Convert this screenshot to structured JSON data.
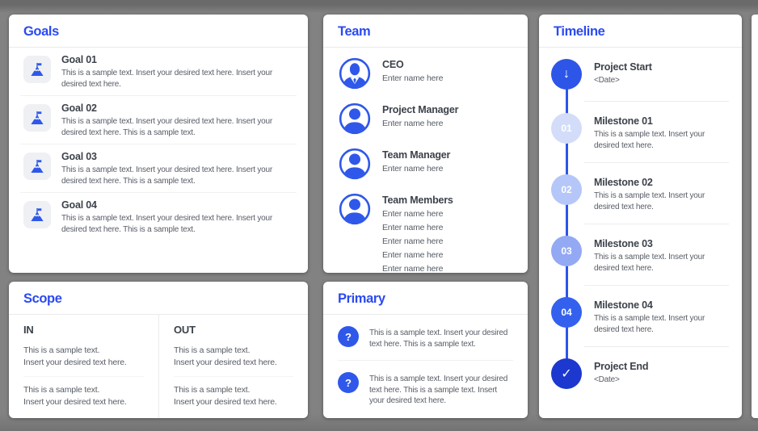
{
  "colors": {
    "accent": "#2b4af1",
    "icon_blue": "#2f58ea",
    "page_bg": "#7d7d7d",
    "goal_tile_bg": "#eef0f4"
  },
  "goals": {
    "title": "Goals",
    "items": [
      {
        "title": "Goal 01",
        "text": "This is a sample text. Insert your desired text here. Insert your desired text here."
      },
      {
        "title": "Goal 02",
        "text": "This is a sample text. Insert your desired text here. Insert your desired text here. This is a sample text."
      },
      {
        "title": "Goal 03",
        "text": "This is a sample text. Insert your desired text here. Insert your desired text here. This is a sample text."
      },
      {
        "title": "Goal 04",
        "text": "This is a sample text. Insert your desired text here. Insert your desired text here. This is a sample text."
      }
    ]
  },
  "team": {
    "title": "Team",
    "members": [
      {
        "role": "CEO",
        "icon": "ceo-avatar-icon",
        "names": [
          "Enter name here"
        ]
      },
      {
        "role": "Project Manager",
        "icon": "person-avatar-icon",
        "names": [
          "Enter name here"
        ]
      },
      {
        "role": "Team Manager",
        "icon": "person-avatar-icon",
        "names": [
          "Enter name here"
        ]
      },
      {
        "role": "Team Members",
        "icon": "person-avatar-icon",
        "names": [
          "Enter name here",
          "Enter name here",
          "Enter name here",
          "Enter name here",
          "Enter name here"
        ]
      }
    ]
  },
  "timeline": {
    "title": "Timeline",
    "entries": [
      {
        "label": "Project Start",
        "text": "<Date>",
        "badge": "↓",
        "color": "#2d55e8"
      },
      {
        "label": "Milestone 01",
        "text": "This is a sample text. Insert your desired text here.",
        "badge": "01",
        "color": "#d3ddfa"
      },
      {
        "label": "Milestone 02",
        "text": "This is a sample text. Insert your desired text here.",
        "badge": "02",
        "color": "#b5c6f8"
      },
      {
        "label": "Milestone 03",
        "text": "This is a sample text. Insert your desired text here.",
        "badge": "03",
        "color": "#93a9f4"
      },
      {
        "label": "Milestone 04",
        "text": "This is a sample text. Insert your desired text here.",
        "badge": "04",
        "color": "#3361ee"
      },
      {
        "label": "Project End",
        "text": "<Date>",
        "badge": "✓",
        "color": "#1c38cf"
      }
    ]
  },
  "scope": {
    "title": "Scope",
    "columns": [
      {
        "heading": "IN",
        "blocks": [
          {
            "l1": "This is a sample text.",
            "l2": "Insert your desired text here."
          },
          {
            "l1": "This is a sample text.",
            "l2": "Insert your desired text here."
          }
        ]
      },
      {
        "heading": "OUT",
        "blocks": [
          {
            "l1": "This is a sample text.",
            "l2": "Insert your desired text here."
          },
          {
            "l1": "This is a sample text.",
            "l2": "Insert your desired text here."
          }
        ]
      }
    ]
  },
  "primary": {
    "title": "Primary",
    "icon_glyph": "?",
    "items": [
      {
        "text": "This is a sample text. Insert your desired text here. This is a sample text."
      },
      {
        "text": "This is a sample text. Insert your desired text here. This is a sample text. Insert your desired text here."
      }
    ]
  }
}
